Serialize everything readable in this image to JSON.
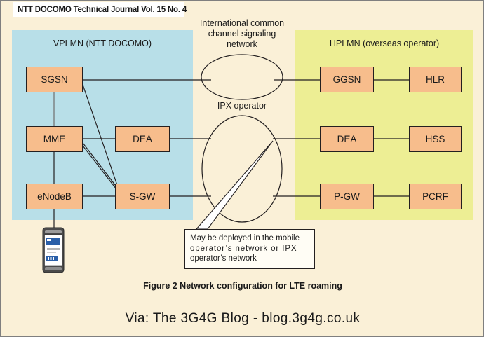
{
  "header": {
    "journal": "NTT DOCOMO Technical Journal Vol. 15 No. 4"
  },
  "zones": {
    "vplmn": {
      "label": "VPLMN (NTT DOCOMO)",
      "color": "#b8dfe8"
    },
    "hplmn": {
      "label": "HPLMN (overseas operator)",
      "color": "#edee94"
    }
  },
  "clouds": {
    "intl_signaling": {
      "line1": "International common",
      "line2": "channel signaling",
      "line3": "network"
    },
    "ipx": {
      "label": "IPX operator"
    }
  },
  "nodes": {
    "sgsn": {
      "label": "SGSN"
    },
    "mme": {
      "label": "MME"
    },
    "enodeb": {
      "label": "eNodeB"
    },
    "dea_v": {
      "label": "DEA"
    },
    "sgw": {
      "label": "S-GW"
    },
    "ggsn": {
      "label": "GGSN"
    },
    "hlr": {
      "label": "HLR"
    },
    "dea_h": {
      "label": "DEA"
    },
    "hss": {
      "label": "HSS"
    },
    "pgw": {
      "label": "P-GW"
    },
    "pcrf": {
      "label": "PCRF"
    }
  },
  "callout": {
    "line1": "May be deployed in the mobile",
    "line2": "operator’s network or IPX",
    "line3": "operator’s network"
  },
  "captions": {
    "figure": "Figure 2  Network configuration for LTE roaming",
    "via": "Via: The 3G4G Blog - blog.3g4g.co.uk"
  },
  "colors": {
    "page_background": "#faf0d7",
    "node_fill": "#f7bd8c",
    "node_border": "#231f20",
    "vplmn_fill": "#b8dfe8",
    "hplmn_fill": "#edee94",
    "line": "#231f20",
    "handset_screen": "#ffffff",
    "handset_accent": "#2a5fa8"
  }
}
